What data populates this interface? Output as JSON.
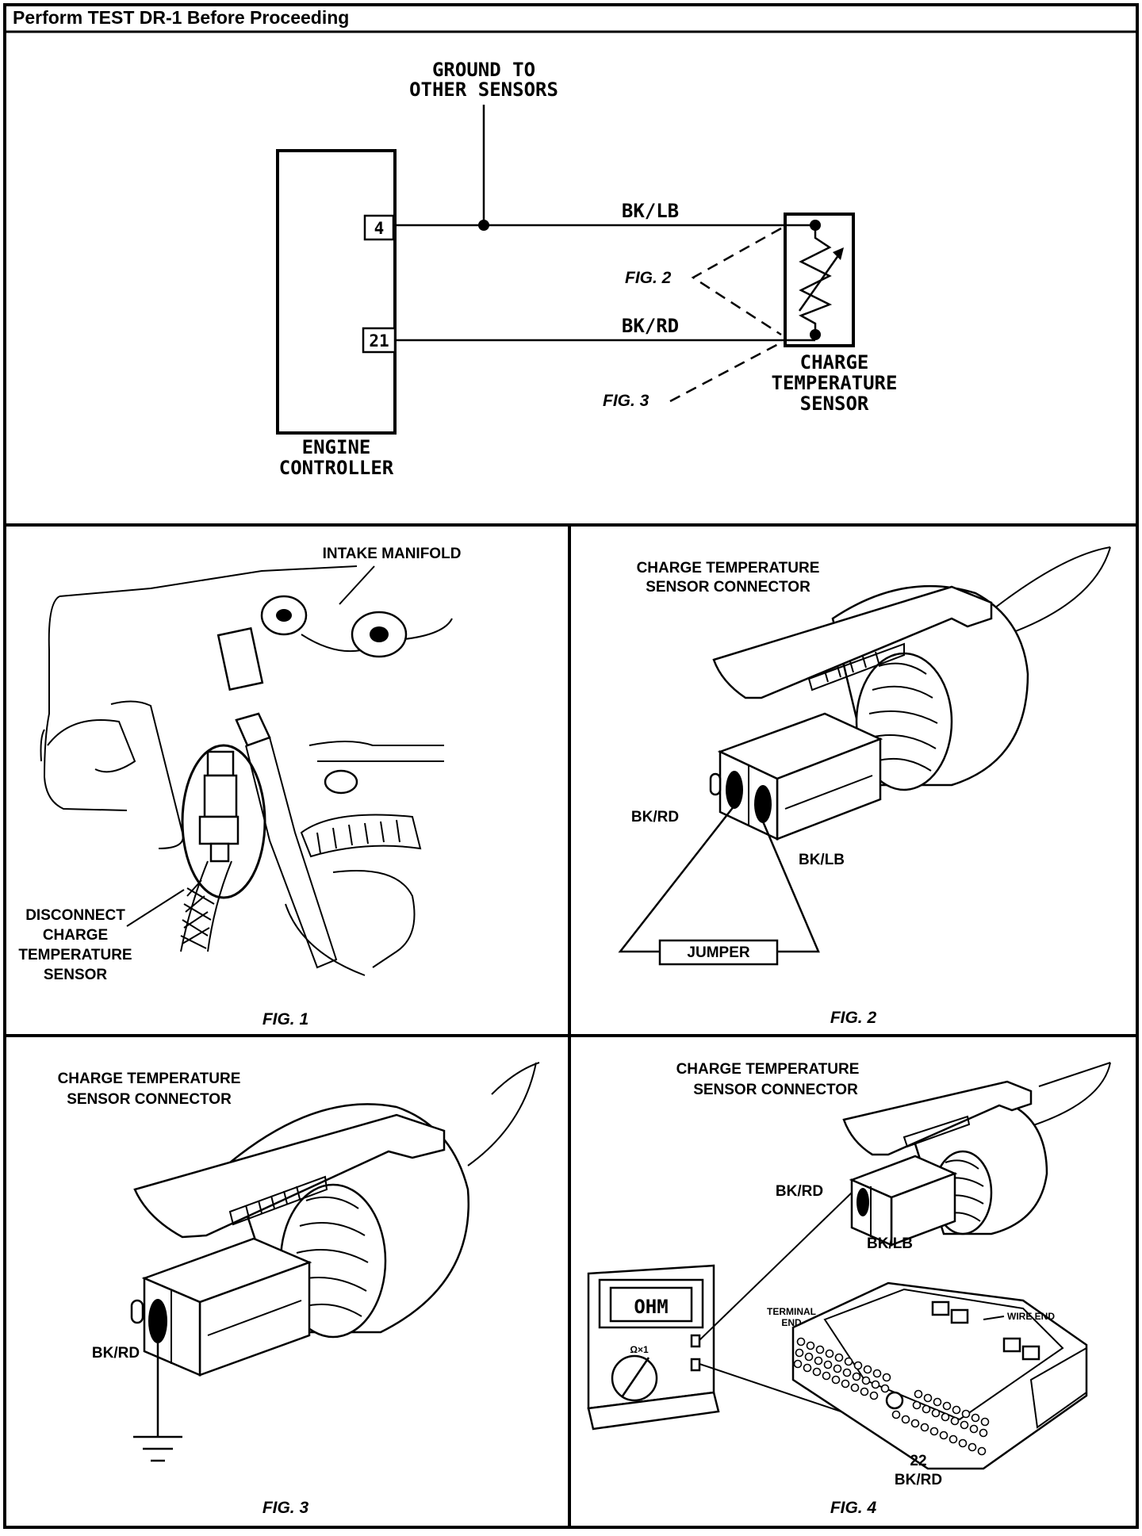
{
  "header": {
    "title": "Perform TEST DR-1 Before Proceeding"
  },
  "schematic": {
    "ground_label_line1": "GROUND TO",
    "ground_label_line2": "OTHER SENSORS",
    "pin_top": "4",
    "pin_bottom": "21",
    "wire_top": "BK/LB",
    "wire_bottom": "BK/RD",
    "controller_line1": "ENGINE",
    "controller_line2": "CONTROLLER",
    "sensor_line1": "CHARGE",
    "sensor_line2": "TEMPERATURE",
    "sensor_line3": "SENSOR",
    "ref_fig2": "FIG. 2",
    "ref_fig3": "FIG. 3"
  },
  "fig1": {
    "intake_label": "INTAKE MANIFOLD",
    "disconnect_line1": "DISCONNECT",
    "disconnect_line2": "CHARGE",
    "disconnect_line3": "TEMPERATURE",
    "disconnect_line4": "SENSOR",
    "caption": "FIG. 1"
  },
  "fig2": {
    "title_line1": "CHARGE TEMPERATURE",
    "title_line2": "SENSOR CONNECTOR",
    "bkrd": "BK/RD",
    "bklb": "BK/LB",
    "jumper": "JUMPER",
    "caption": "FIG. 2"
  },
  "fig3": {
    "title_line1": "CHARGE TEMPERATURE",
    "title_line2": "SENSOR CONNECTOR",
    "bkrd": "BK/RD",
    "caption": "FIG. 3"
  },
  "fig4": {
    "title_line1": "CHARGE TEMPERATURE",
    "title_line2": "SENSOR CONNECTOR",
    "bkrd": "BK/RD",
    "bklb": "BK/LB",
    "meter_display": "OHM",
    "meter_range": "Ω×1",
    "terminal_line1": "TERMINAL",
    "terminal_line2": "END",
    "wire_end": "WIRE END",
    "pin_number": "22",
    "pin_wire": "BK/RD",
    "caption": "FIG. 4"
  }
}
